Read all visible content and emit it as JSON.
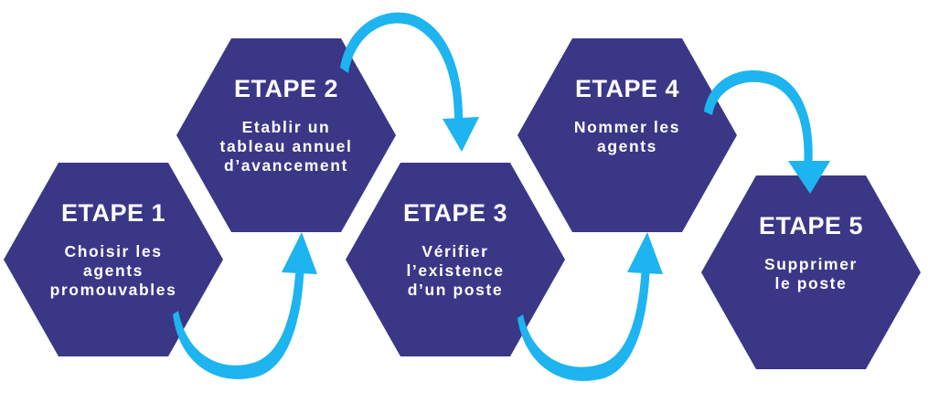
{
  "colors": {
    "hexagon": "#3a3787",
    "arrow": "#1db4ef",
    "text": "#ffffff"
  },
  "steps": [
    {
      "title": "ETAPE 1",
      "desc": "Choisir les\nagents\npromouvables"
    },
    {
      "title": "ETAPE 2",
      "desc": "Etablir un\ntableau annuel\nd’avancement"
    },
    {
      "title": "ETAPE 3",
      "desc": "Vérifier\nl’existence\nd’un poste"
    },
    {
      "title": "ETAPE 4",
      "desc": "Nommer les\nagents"
    },
    {
      "title": "ETAPE 5",
      "desc": "Supprimer\nle poste"
    }
  ],
  "arrows": [
    {
      "from": "ETAPE 1",
      "to": "ETAPE 2",
      "icon": "curved-arrow-up-icon"
    },
    {
      "from": "ETAPE 2",
      "to": "ETAPE 3",
      "icon": "curved-arrow-down-icon"
    },
    {
      "from": "ETAPE 3",
      "to": "ETAPE 4",
      "icon": "curved-arrow-up-icon"
    },
    {
      "from": "ETAPE 4",
      "to": "ETAPE 5",
      "icon": "curved-arrow-down-icon"
    }
  ]
}
